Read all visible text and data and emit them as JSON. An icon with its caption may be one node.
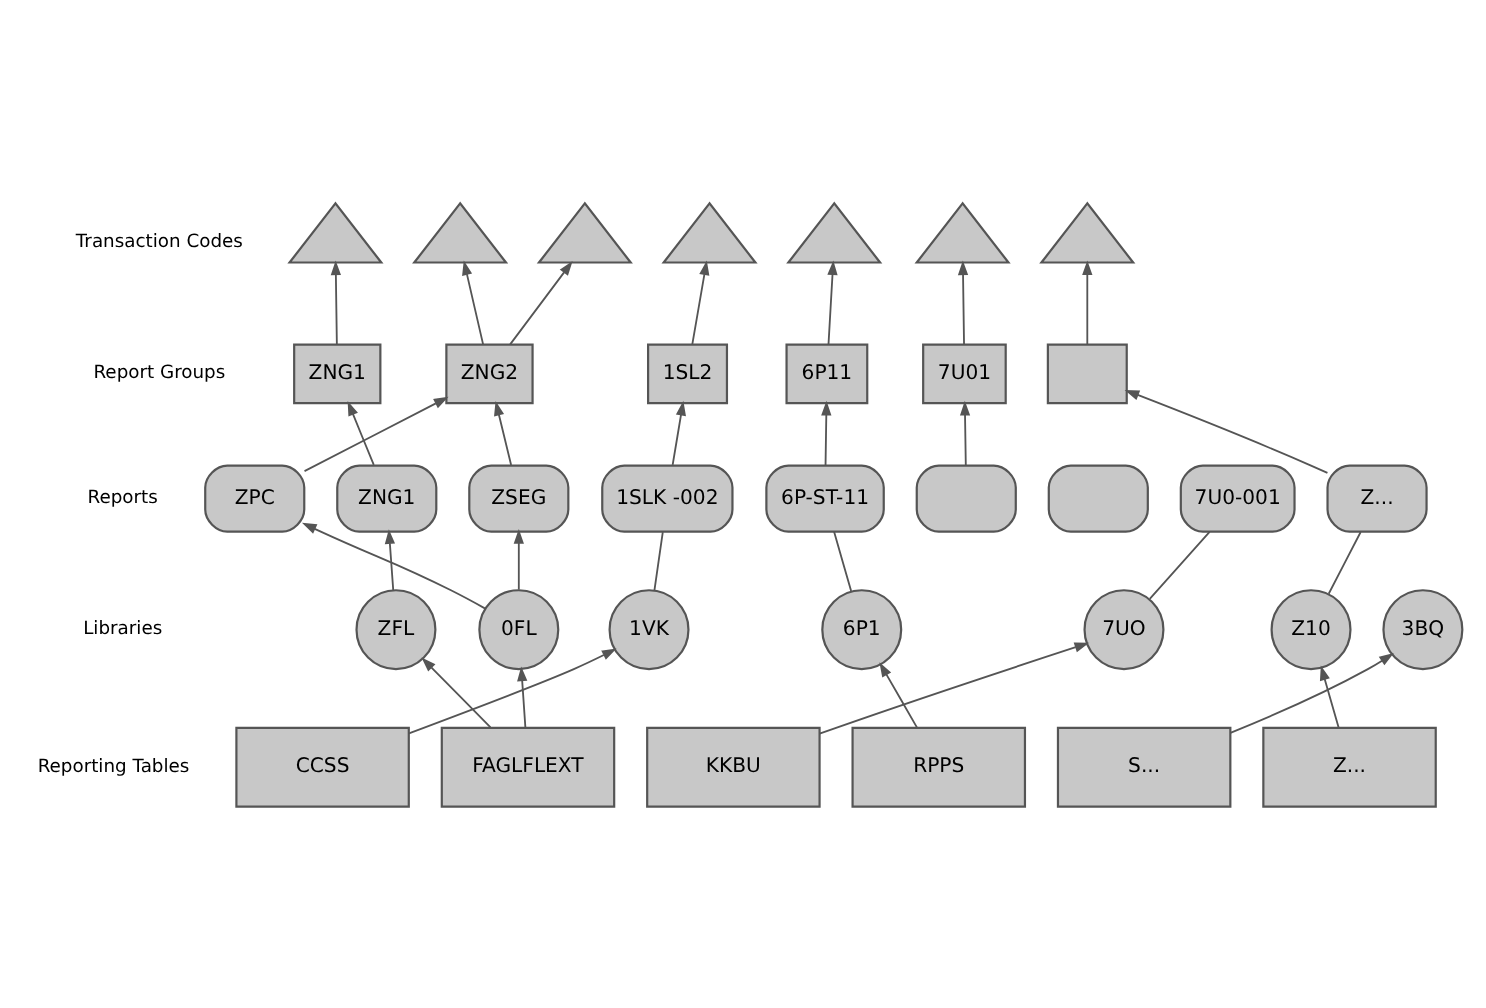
{
  "diagram": {
    "nodes": [
      {
        "text": [],
        "shape": "triangle"
      },
      {
        "text": [],
        "shape": "triangle"
      },
      {
        "text": [],
        "shape": "triangle"
      },
      {
        "text": [],
        "shape": "triangle"
      },
      {
        "text": [],
        "shape": "triangle"
      },
      {
        "text": [],
        "shape": "triangle"
      },
      {
        "text": [],
        "shape": "triangle"
      },
      {
        "text": [
          "ZNG1"
        ]
      },
      {
        "text": [
          "ZNG2"
        ]
      },
      {
        "text": [
          "1SL2"
        ]
      },
      {
        "text": [
          "6P11"
        ]
      },
      {
        "text": [
          "7U01"
        ]
      },
      {
        "text": [],
        "shape": "box"
      },
      {
        "text": [
          "ZPC"
        ]
      },
      {
        "text": [
          "ZNG1"
        ]
      },
      {
        "text": [
          "ZSEG"
        ]
      },
      {
        "text": [
          "1SLK -002"
        ]
      },
      {
        "text": [
          "6P-ST-11"
        ]
      },
      {
        "text": [],
        "shape": "box"
      },
      {
        "text": [],
        "shape": "box"
      },
      {
        "text": [
          "7U0-001"
        ]
      },
      {
        "text": [
          "Z..."
        ]
      },
      {
        "text": [
          "ZFL"
        ]
      },
      {
        "text": [
          "0FL"
        ]
      },
      {
        "text": [
          "1VK"
        ]
      },
      {
        "text": [
          "6P1"
        ]
      },
      {
        "text": [
          "7UO"
        ]
      },
      {
        "text": [
          "Z10"
        ]
      },
      {
        "text": [
          "3BQ"
        ]
      },
      {
        "text": [
          "CCSS"
        ]
      },
      {
        "text": [
          "FAGLFLEXT"
        ]
      },
      {
        "text": [
          "KKBU"
        ]
      },
      {
        "text": [
          "RPPS"
        ]
      },
      {
        "text": [
          "S..."
        ]
      },
      {
        "text": [
          "Z..."
        ]
      }
    ],
    "edges": [
      {
        "from": 7,
        "to": 0,
        "arrow": "to"
      },
      {
        "from": 8,
        "to": 1,
        "arrow": "to"
      },
      {
        "from": 8,
        "to": 2,
        "arrow": "to"
      },
      {
        "from": 9,
        "to": 3,
        "arrow": "to"
      },
      {
        "from": 10,
        "to": 4,
        "arrow": "to"
      },
      {
        "from": 11,
        "to": 5,
        "arrow": "to"
      },
      {
        "from": 12,
        "to": 6,
        "arrow": "to"
      },
      {
        "from": 14,
        "to": 7,
        "arrow": "to"
      },
      {
        "from": 13,
        "to": 8,
        "arrow": "to"
      },
      {
        "from": 15,
        "to": 8,
        "arrow": "to"
      },
      {
        "from": 16,
        "to": 9,
        "arrow": "to"
      },
      {
        "from": 17,
        "to": 10,
        "arrow": "to"
      },
      {
        "from": 18,
        "to": 11,
        "arrow": "to"
      },
      {
        "from": 21,
        "to": 12,
        "arrow": "to"
      },
      {
        "from": 22,
        "to": 14,
        "arrow": "to"
      },
      {
        "from": 23,
        "to": 13,
        "arrow": "to"
      },
      {
        "from": 23,
        "to": 15,
        "arrow": "to"
      },
      {
        "from": 24,
        "to": 16,
        "arrow": "none"
      },
      {
        "from": 25,
        "to": 17,
        "arrow": "none"
      },
      {
        "from": 26,
        "to": 20,
        "arrow": "none"
      },
      {
        "from": 27,
        "to": 21,
        "arrow": "none"
      },
      {
        "from": 30,
        "to": 22,
        "arrow": "to"
      },
      {
        "from": 30,
        "to": 23,
        "arrow": "to"
      },
      {
        "from": 29,
        "to": 24,
        "arrow": "to"
      },
      {
        "from": 32,
        "to": 25,
        "arrow": "to"
      },
      {
        "from": 31,
        "to": 26,
        "arrow": "to"
      },
      {
        "from": 34,
        "to": 27,
        "arrow": "to"
      },
      {
        "from": 33,
        "to": 28,
        "arrow": "to"
      }
    ],
    "labels": [
      "Transaction Codes",
      "Report Groups",
      "Reports",
      "Libraries",
      "Reporting Tables"
    ]
  }
}
